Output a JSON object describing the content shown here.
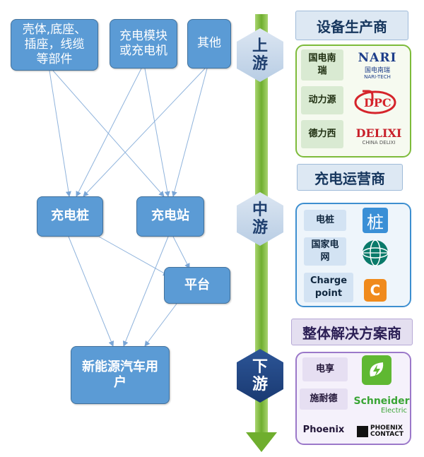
{
  "diagram": {
    "left_nodes": {
      "shell": "壳体,底座、插座，线缆等部件",
      "module": "充电模块或充电机",
      "other": "其他",
      "pile": "充电桩",
      "station": "充电站",
      "platform": "平台",
      "user": "新能源汽车用户"
    },
    "stages": {
      "upstream": [
        "上",
        "游"
      ],
      "midstream": [
        "中",
        "游"
      ],
      "downstream": [
        "下",
        "游"
      ]
    },
    "sections": {
      "equipment": {
        "title": "设备生产商",
        "companies": [
          {
            "name": "国电南瑞",
            "logo_text": "NARI",
            "logo_sub": "国电南瑞",
            "logo_sub2": "NARI-TECH",
            "logo_icon": "nari-logo"
          },
          {
            "name": "动力源",
            "logo_icon": "dpc-logo"
          },
          {
            "name": "德力西",
            "logo_text": "DELIXI",
            "logo_sub": "CHINA DELIXI",
            "logo_icon": "delixi-logo"
          }
        ]
      },
      "operators": {
        "title": "充电运营商",
        "companies": [
          {
            "name": "电桩",
            "logo_text": "桩",
            "logo_icon": "dianzhuang-logo"
          },
          {
            "name": "国家电网",
            "logo_icon": "state-grid-logo"
          },
          {
            "name": "Charge point",
            "logo_text": "C",
            "logo_icon": "chargepoint-logo"
          }
        ]
      },
      "solutions": {
        "title": "整体解决方案商",
        "companies": [
          {
            "name": "电享",
            "logo_icon": "dianxiang-logo"
          },
          {
            "name": "施耐德",
            "logo_text": "Schneider",
            "logo_sub": "Electric",
            "logo_icon": "schneider-logo"
          },
          {
            "name": "Phoenix",
            "logo_text": "PHOENIX",
            "logo_sub": "CONTACT",
            "logo_icon": "phoenix-contact-logo"
          }
        ]
      }
    },
    "colors": {
      "node_blue": "#5b9bd5",
      "arrow_green": "#7dbb3a",
      "stage_dark": "#1f3f6e",
      "panel_green": "#7dbb3a",
      "panel_blue": "#3d8fd0",
      "panel_purple": "#9b78c9"
    }
  }
}
